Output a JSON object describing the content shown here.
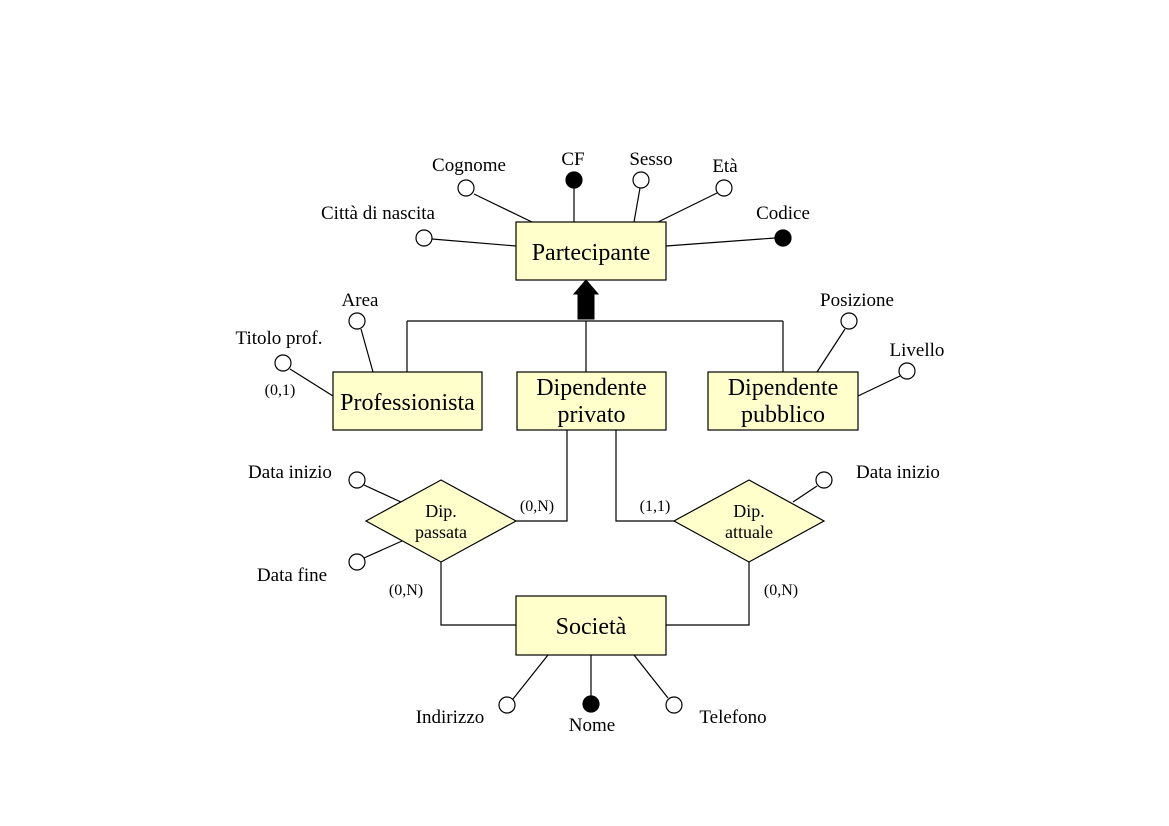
{
  "entities": {
    "partecipante": "Partecipante",
    "professionista": "Professionista",
    "dipendente_privato": [
      "Dipendente",
      "privato"
    ],
    "dipendente_pubblico": [
      "Dipendente",
      "pubblico"
    ],
    "societa": "Società"
  },
  "relationships": {
    "dip_passata": [
      "Dip.",
      "passata"
    ],
    "dip_attuale": [
      "Dip.",
      "attuale"
    ]
  },
  "attributes": {
    "cognome": "Cognome",
    "cf": "CF",
    "sesso": "Sesso",
    "eta": "Età",
    "citta_di_nascita": "Città di nascita",
    "codice": "Codice",
    "area": "Area",
    "titolo_prof": "Titolo prof.",
    "posizione": "Posizione",
    "livello": "Livello",
    "data_inizio_passata": "Data inizio",
    "data_fine": "Data fine",
    "data_inizio_attuale": "Data inizio",
    "indirizzo": "Indirizzo",
    "nome": "Nome",
    "telefono": "Telefono"
  },
  "cardinalities": {
    "titolo_prof": "(0,1)",
    "passata_dipendente": "(0,N)",
    "passata_societa": "(0,N)",
    "attuale_dipendente": "(1,1)",
    "attuale_societa": "(0,N)"
  },
  "colors": {
    "fill": "#ffffcc",
    "stroke": "#000000",
    "key_attribute": "#000000",
    "attribute": "#ffffff"
  }
}
